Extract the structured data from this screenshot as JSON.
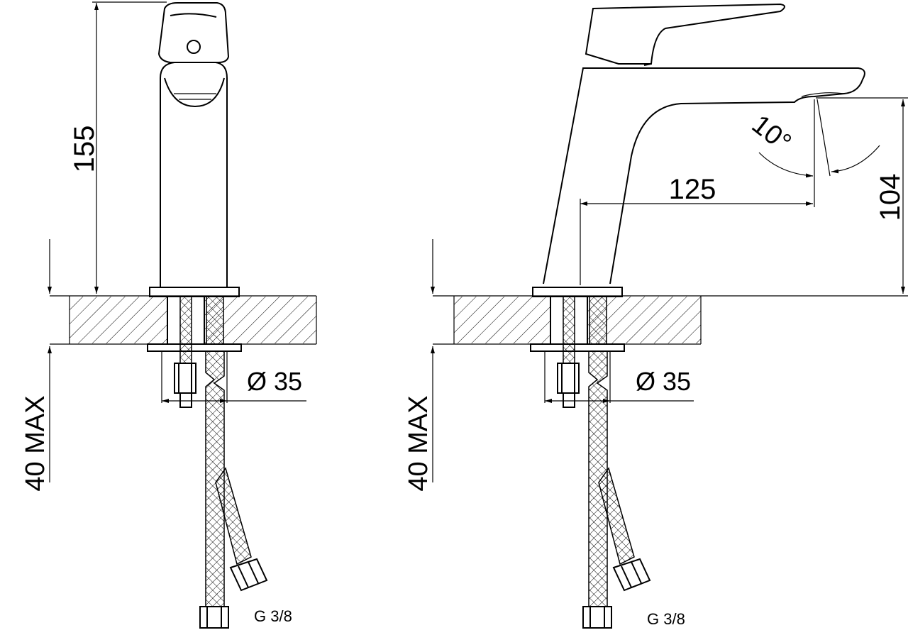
{
  "front_view": {
    "height_dim": "155",
    "counter_max": "40 MAX",
    "hole_diameter": "Ø 35",
    "thread": "G 3/8"
  },
  "side_view": {
    "counter_max": "40 MAX",
    "hole_diameter": "Ø 35",
    "thread": "G 3/8",
    "reach_dim": "125",
    "spout_height_dim": "104",
    "spout_angle": "10°"
  }
}
